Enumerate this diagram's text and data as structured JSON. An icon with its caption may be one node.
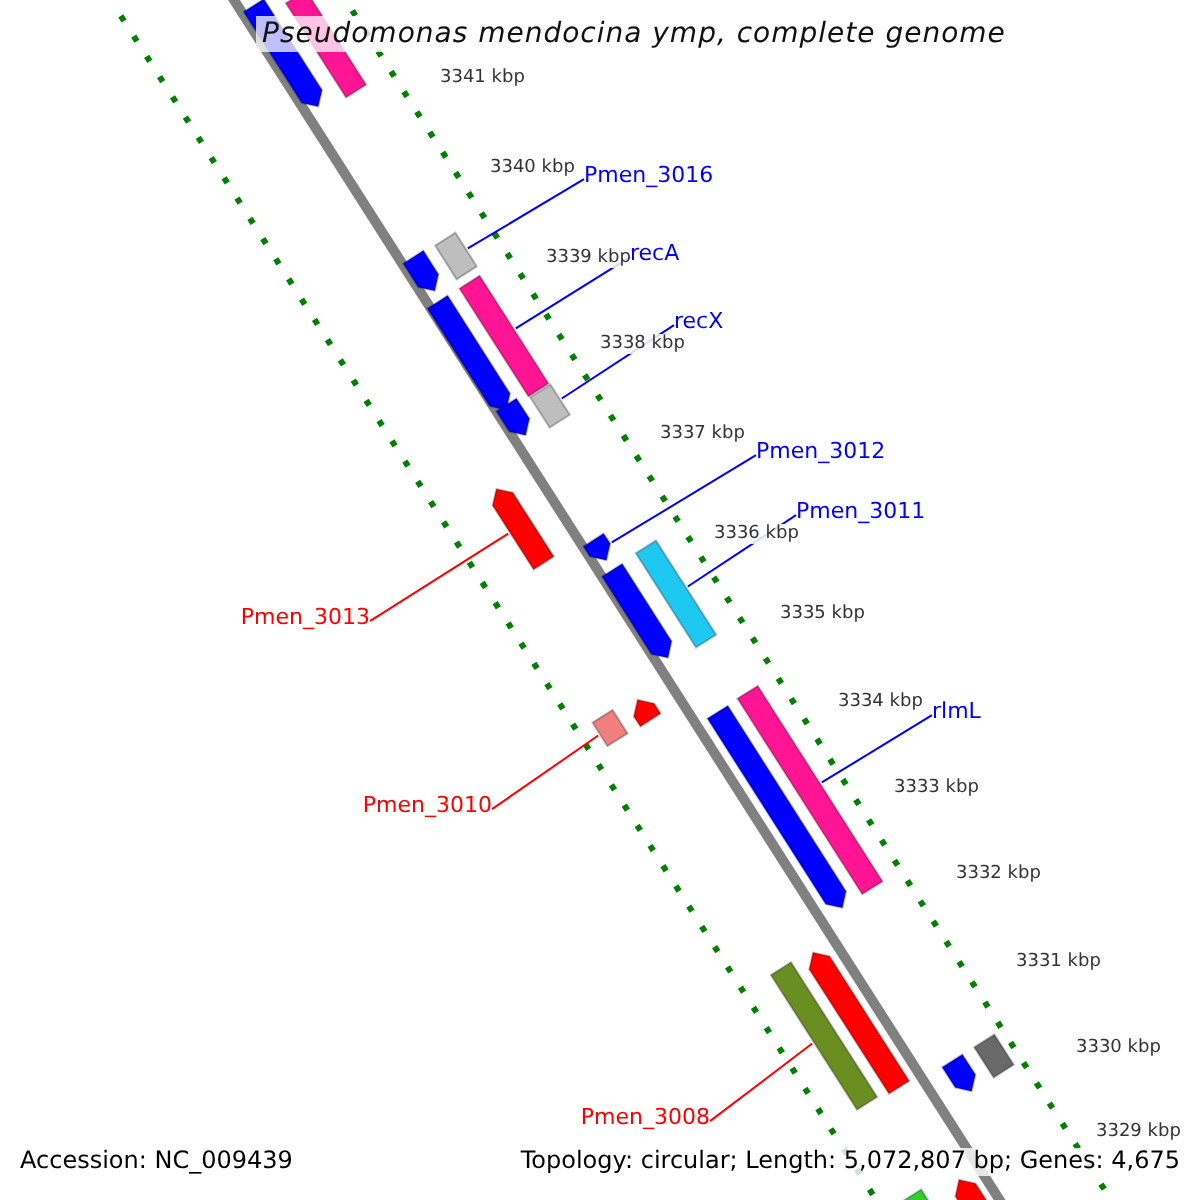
{
  "diagram": {
    "title": "Pseudomonas mendocina ymp, complete genome",
    "nodes": [
      {
        "text": [
          "Pmen_3016"
        ]
      },
      {
        "text": [
          "recA"
        ]
      },
      {
        "text": [
          "recX"
        ]
      },
      {
        "text": [
          "Pmen_3012"
        ]
      },
      {
        "text": [
          "Pmen_3011"
        ]
      },
      {
        "text": [
          "Pmen_3013"
        ]
      },
      {
        "text": [
          "rlmL"
        ]
      },
      {
        "text": [
          "Pmen_3010"
        ]
      },
      {
        "text": [
          "Pmen_3008"
        ]
      },
      {
        "text": [],
        "shape": "bar"
      },
      {
        "text": [],
        "shape": "bar"
      },
      {
        "text": [],
        "shape": "bar"
      },
      {
        "text": [],
        "shape": "bar"
      },
      {
        "text": [],
        "shape": "bar"
      },
      {
        "text": [],
        "shape": "bar"
      },
      {
        "text": [],
        "shape": "bar"
      },
      {
        "text": [],
        "shape": "bar"
      },
      {
        "text": [],
        "shape": "bar"
      },
      {
        "text": [],
        "shape": "bar"
      },
      {
        "text": [],
        "shape": "bar"
      },
      {
        "text": [],
        "shape": "bar"
      },
      {
        "text": [],
        "shape": "bar"
      },
      {
        "text": [],
        "shape": "bar"
      },
      {
        "text": [],
        "shape": "bar"
      },
      {
        "text": [],
        "shape": "bar"
      },
      {
        "text": [],
        "shape": "bar"
      },
      {
        "text": [],
        "shape": "bar"
      },
      {
        "text": [],
        "shape": "bar"
      },
      {
        "text": [],
        "shape": "bar"
      },
      {
        "text": [],
        "shape": "bar"
      },
      {
        "text": [],
        "shape": "bar"
      }
    ],
    "edges": [
      {
        "from": 0,
        "to": 12,
        "arrow": "none"
      },
      {
        "from": 1,
        "to": 13,
        "arrow": "none"
      },
      {
        "from": 2,
        "to": 16,
        "arrow": "none"
      },
      {
        "from": 3,
        "to": 18,
        "arrow": "none"
      },
      {
        "from": 4,
        "to": 19,
        "arrow": "none"
      },
      {
        "from": 5,
        "to": 17,
        "arrow": "none",
        "color": "#ff0000"
      },
      {
        "from": 6,
        "to": 23,
        "arrow": "none"
      },
      {
        "from": 7,
        "to": 22,
        "arrow": "none",
        "color": "#ff0000"
      },
      {
        "from": 8,
        "to": 26,
        "arrow": "none",
        "color": "#ff0000"
      }
    ],
    "labels": [
      "3341 kbp",
      "3340 kbp",
      "3339 kbp",
      "3338 kbp",
      "3337 kbp",
      "3336 kbp",
      "3335 kbp",
      "3334 kbp",
      "3333 kbp",
      "3332 kbp",
      "3331 kbp",
      "3330 kbp",
      "3329 kbp",
      "Accession: NC_009439",
      "Topology: circular; Length: 5,072,807 bp; Genes: 4,675"
    ]
  }
}
